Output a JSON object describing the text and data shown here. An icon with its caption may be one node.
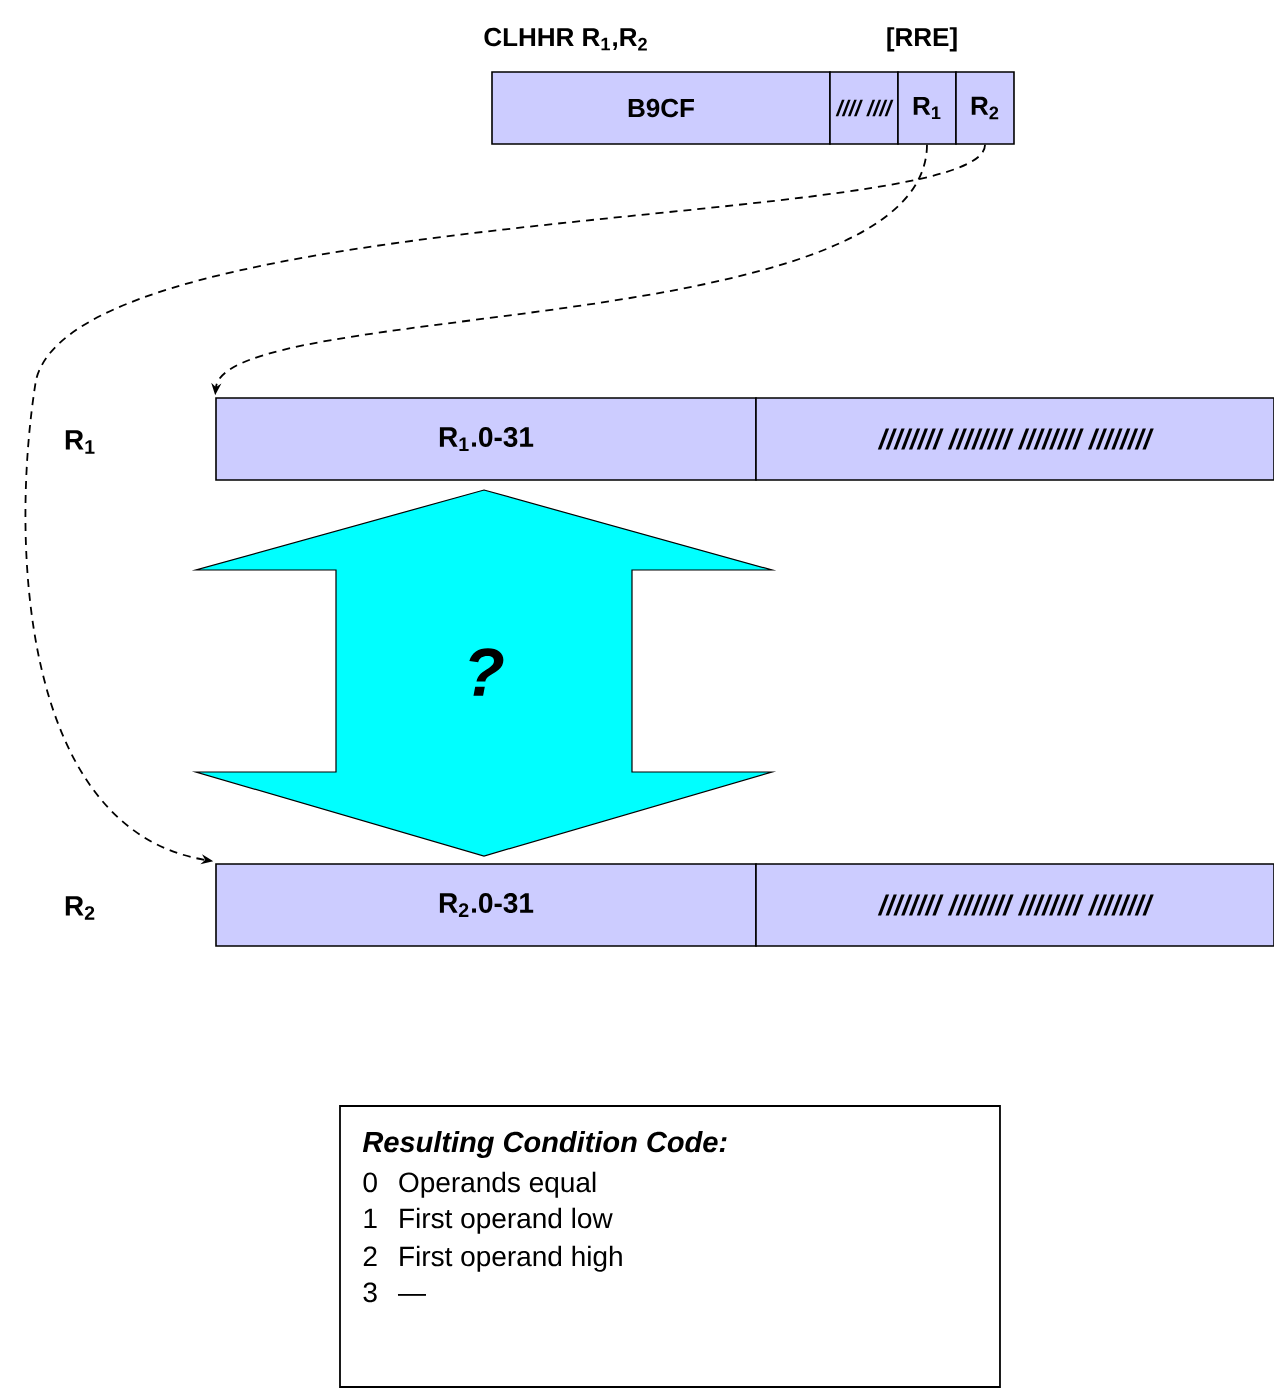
{
  "diagram": {
    "nodes": [
      {
        "text": [
          "B9CF"
        ]
      },
      {
        "text": [
          "//// ////"
        ]
      },
      {
        "text": [
          "R$_{1}$"
        ]
      },
      {
        "text": [
          "R$_{2}$"
        ]
      },
      {
        "text": [
          "R$_{1}$.0-31"
        ]
      },
      {
        "text": [
          "//////// //////// //////// ////////"
        ]
      },
      {
        "text": [
          "R$_{2}$.0-31"
        ]
      },
      {
        "text": [
          "//////// //////// //////// ////////"
        ]
      },
      {
        "text": [
          "?"
        ]
      },
      {
        "text": [
          "Resulting Condition Code:",
          "0",
          "Operands equal",
          "1",
          "First operand low",
          "2",
          "First operand high",
          "3",
          "—"
        ]
      }
    ],
    "edges": [
      {
        "from": 2,
        "to": 4,
        "arrow": "to",
        "style": "dashed"
      },
      {
        "from": 3,
        "to": 6,
        "arrow": "to",
        "style": "dashed"
      }
    ],
    "labels": [
      "CLHHR R$_{1}$,R$_{2}$",
      "[RRE]",
      "R$_{1}$",
      "R$_{2}$"
    ]
  }
}
